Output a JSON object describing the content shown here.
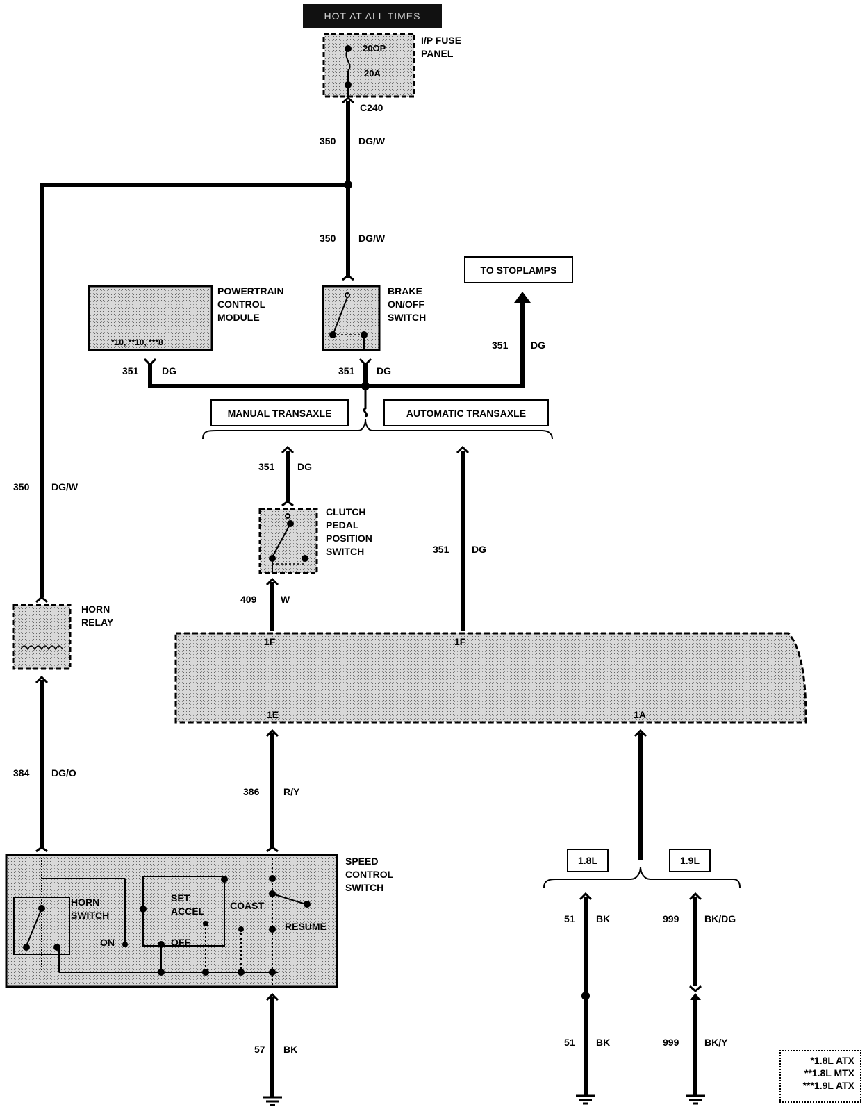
{
  "header": {
    "title": "HOT AT ALL TIMES"
  },
  "components": {
    "fuse_panel": {
      "name": "I/P FUSE\nPANEL",
      "fuse_id": "20OP",
      "rating": "20A",
      "connector": "C240"
    },
    "pcm": {
      "name": "POWERTRAIN\nCONTROL\nMODULE",
      "pins": "*10, **10, ***8"
    },
    "brake_switch": {
      "name": "BRAKE\nON/OFF\nSWITCH"
    },
    "stoplamps": {
      "label": "TO STOPLAMPS"
    },
    "manual_transaxle": {
      "label": "MANUAL TRANSAXLE"
    },
    "automatic_transaxle": {
      "label": "AUTOMATIC TRANSAXLE"
    },
    "clutch_switch": {
      "name": "CLUTCH\nPEDAL\nPOSITION\nSWITCH"
    },
    "horn_relay": {
      "name": "HORN\nRELAY"
    },
    "speed_module": {
      "pin_top_left": "1F",
      "pin_top_right": "1F",
      "pin_bottom_left": "1E",
      "pin_bottom_right": "1A"
    },
    "speed_switch": {
      "name": "SPEED\nCONTROL\nSWITCH",
      "horn": "HORN\nSWITCH",
      "set_accel": "SET\nACCEL",
      "coast": "COAST",
      "resume": "RESUME",
      "on": "ON",
      "off": "OFF"
    },
    "engine_18": {
      "label": "1.8L"
    },
    "engine_19": {
      "label": "1.9L"
    }
  },
  "wires": {
    "w350_top": {
      "circuit": "350",
      "color": "DG/W"
    },
    "w350_mid": {
      "circuit": "350",
      "color": "DG/W"
    },
    "w350_left": {
      "circuit": "350",
      "color": "DG/W"
    },
    "w351_stop": {
      "circuit": "351",
      "color": "DG"
    },
    "w351_pcm": {
      "circuit": "351",
      "color": "DG"
    },
    "w351_brake": {
      "circuit": "351",
      "color": "DG"
    },
    "w351_clutch": {
      "circuit": "351",
      "color": "DG"
    },
    "w351_auto": {
      "circuit": "351",
      "color": "DG"
    },
    "w409": {
      "circuit": "409",
      "color": "W"
    },
    "w384": {
      "circuit": "384",
      "color": "DG/O"
    },
    "w386": {
      "circuit": "386",
      "color": "R/Y"
    },
    "w57": {
      "circuit": "57",
      "color": "BK"
    },
    "w51_top": {
      "circuit": "51",
      "color": "BK"
    },
    "w51_bot": {
      "circuit": "51",
      "color": "BK"
    },
    "w999_top": {
      "circuit": "999",
      "color": "BK/DG"
    },
    "w999_bot": {
      "circuit": "999",
      "color": "BK/Y"
    }
  },
  "legend": [
    "*1.8L ATX",
    "**1.8L MTX",
    "***1.9L ATX"
  ]
}
